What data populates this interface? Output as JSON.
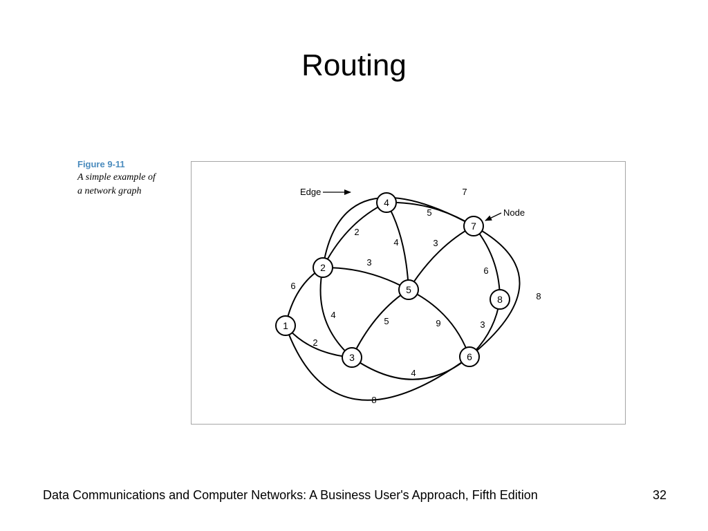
{
  "slide": {
    "title": "Routing",
    "footer_text": "Data Communications and Computer Networks: A Business User's Approach, Fifth Edition",
    "page_number": "32"
  },
  "figure": {
    "number": "Figure 9-11",
    "caption_lines": [
      "A simple example of",
      "a network graph"
    ]
  },
  "graph": {
    "nodes": [
      {
        "id": "1",
        "label": "1"
      },
      {
        "id": "2",
        "label": "2"
      },
      {
        "id": "3",
        "label": "3"
      },
      {
        "id": "4",
        "label": "4"
      },
      {
        "id": "5",
        "label": "5"
      },
      {
        "id": "6",
        "label": "6"
      },
      {
        "id": "7",
        "label": "7"
      },
      {
        "id": "8",
        "label": "8"
      }
    ],
    "edges": [
      {
        "from": "2",
        "to": "7",
        "weight": "7"
      },
      {
        "from": "4",
        "to": "7",
        "weight": "5"
      },
      {
        "from": "2",
        "to": "4",
        "weight": "2"
      },
      {
        "from": "4",
        "to": "5",
        "weight": "4"
      },
      {
        "from": "5",
        "to": "7",
        "weight": "3"
      },
      {
        "from": "2",
        "to": "5",
        "weight": "3"
      },
      {
        "from": "7",
        "to": "8",
        "weight": "6"
      },
      {
        "from": "7",
        "to": "6",
        "weight": "8"
      },
      {
        "from": "1",
        "to": "2",
        "weight": "6"
      },
      {
        "from": "2",
        "to": "3",
        "weight": "4"
      },
      {
        "from": "3",
        "to": "5",
        "weight": "5"
      },
      {
        "from": "5",
        "to": "6",
        "weight": "9"
      },
      {
        "from": "8",
        "to": "6",
        "weight": "3"
      },
      {
        "from": "1",
        "to": "3",
        "weight": "2"
      },
      {
        "from": "3",
        "to": "6",
        "weight": "4"
      },
      {
        "from": "1",
        "to": "6",
        "weight": "8"
      }
    ],
    "annotations": {
      "edge_label": "Edge",
      "node_label": "Node"
    }
  }
}
